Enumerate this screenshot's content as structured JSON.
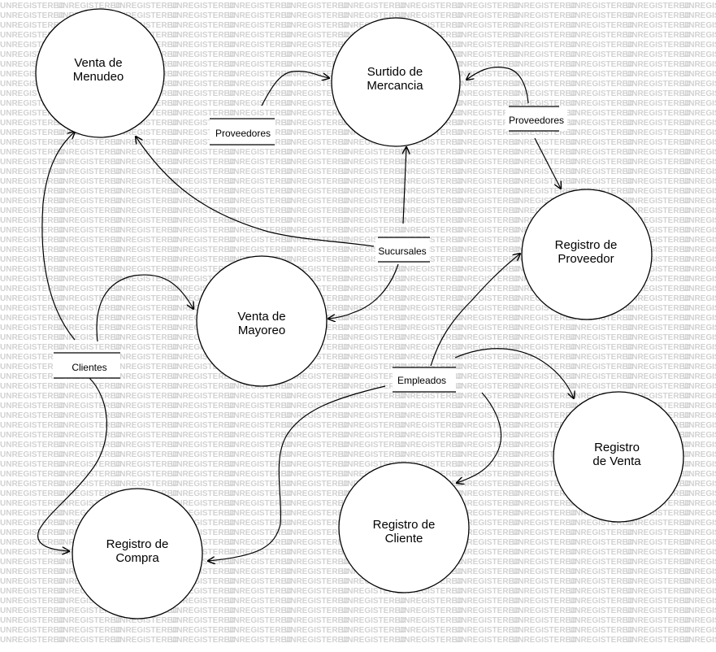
{
  "watermark": "UNREGISTERED",
  "colors": {
    "stroke": "#000000",
    "background": "#ffffff",
    "watermark": "#d2d2d2"
  },
  "processes": {
    "venta_menudeo": {
      "line1": "Venta de",
      "line2": "Menudeo"
    },
    "surtido_mercancia": {
      "line1": "Surtido de",
      "line2": "Mercancia"
    },
    "registro_proveedor": {
      "line1": "Registro de",
      "line2": "Proveedor"
    },
    "venta_mayoreo": {
      "line1": "Venta de",
      "line2": "Mayoreo"
    },
    "registro_venta": {
      "line1": "Registro",
      "line2": "de Venta"
    },
    "registro_cliente": {
      "line1": "Registro de",
      "line2": "Cliente"
    },
    "registro_compra": {
      "line1": "Registro de",
      "line2": "Compra"
    }
  },
  "stores": {
    "proveedores_left": "Proveedores",
    "proveedores_right": "Proveedores",
    "sucursales": "Sucursales",
    "clientes": "Clientes",
    "empleados": "Empleados"
  }
}
